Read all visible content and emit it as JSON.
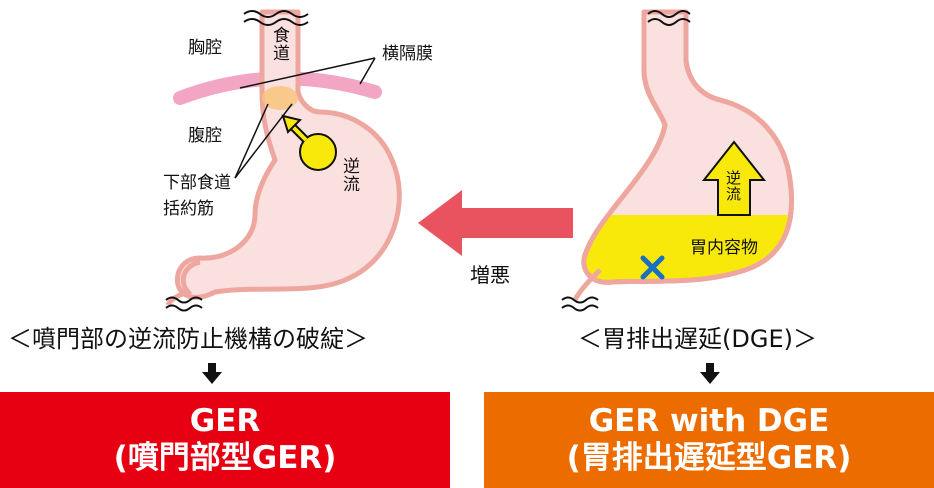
{
  "left_diagram": {
    "labels": {
      "esophagus": "食道",
      "thoracic_cavity": "胸腔",
      "diaphragm": "横隔膜",
      "abdominal_cavity": "腹腔",
      "les_line1": "下部食道",
      "les_line2": "括約筋",
      "reflux": "逆流"
    },
    "caption": "＜噴門部の逆流防止機構の破綻＞"
  },
  "right_diagram": {
    "labels": {
      "reflux": "逆流",
      "gastric_contents": "胃内容物"
    },
    "caption": "＜胃排出遅延(DGE)＞"
  },
  "middle": {
    "worsening": "増悪"
  },
  "panels": {
    "left": {
      "line1": "GER",
      "line2": "(噴門部型GER)",
      "color": "#e60012"
    },
    "right": {
      "line1": "GER with DGE",
      "line2": "(胃排出遅延型GER)",
      "color": "#ec6c00"
    }
  },
  "colors": {
    "stomach_fill": "#fbe0e0",
    "stomach_outline": "#eea79f",
    "diaphragm": "#f3a6c4",
    "sphincter": "#f7c47a",
    "reflux_yellow": "#f8e90a",
    "big_arrow": "#e8535f",
    "x_mark": "#1a6fc0"
  }
}
